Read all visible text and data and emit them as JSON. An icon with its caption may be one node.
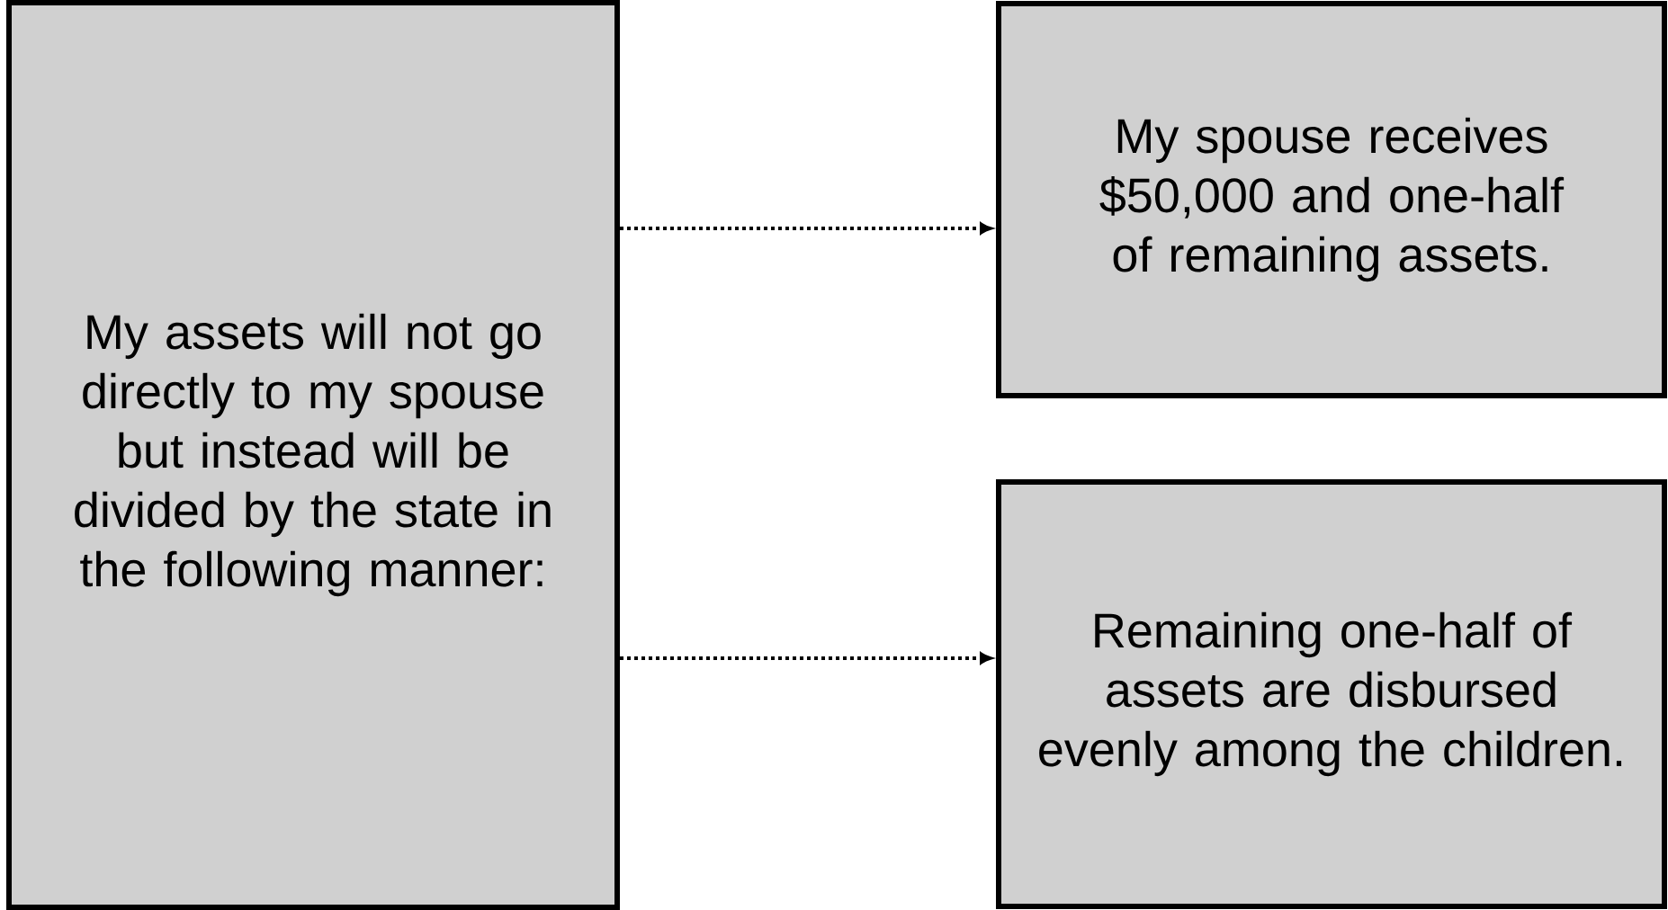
{
  "diagram": {
    "nodes": [
      {
        "text": [
          "My assets will not go directly to my spouse but instead will be divided by the state in the following manner:"
        ]
      },
      {
        "text": [
          "My spouse receives $50,000 and one-half of remaining assets."
        ]
      },
      {
        "text": [
          "Remaining one-half of assets are disbursed evenly among the children."
        ]
      }
    ],
    "edges": [
      {
        "from": 0,
        "to": 1,
        "arrow": "to"
      },
      {
        "from": 0,
        "to": 2,
        "arrow": "to"
      }
    ]
  }
}
